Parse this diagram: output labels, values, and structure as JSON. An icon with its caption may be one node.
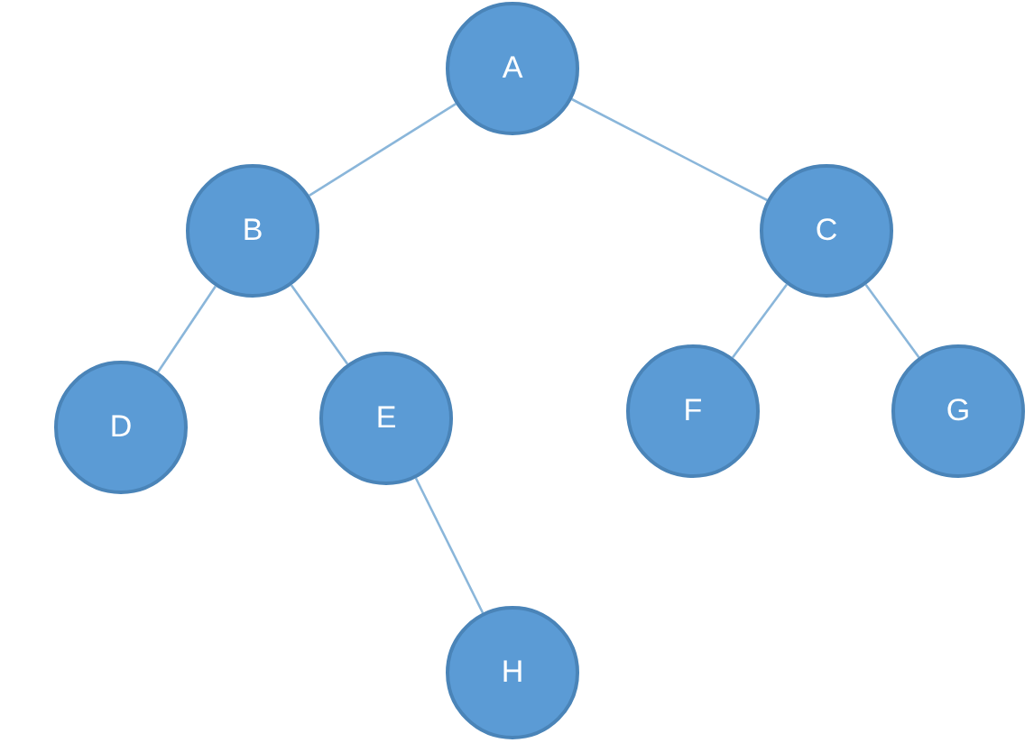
{
  "diagram": {
    "nodes": [
      {
        "text": [
          "A"
        ]
      },
      {
        "text": [
          "B"
        ]
      },
      {
        "text": [
          "C"
        ]
      },
      {
        "text": [
          "D"
        ]
      },
      {
        "text": [
          "E"
        ]
      },
      {
        "text": [
          "F"
        ]
      },
      {
        "text": [
          "G"
        ]
      },
      {
        "text": [
          "H"
        ]
      }
    ],
    "edges": [
      {
        "from": 0,
        "to": 1,
        "arrow": "none"
      },
      {
        "from": 0,
        "to": 2,
        "arrow": "none"
      },
      {
        "from": 1,
        "to": 3,
        "arrow": "none"
      },
      {
        "from": 1,
        "to": 4,
        "arrow": "none"
      },
      {
        "from": 2,
        "to": 5,
        "arrow": "none"
      },
      {
        "from": 2,
        "to": 6,
        "arrow": "none"
      },
      {
        "from": 4,
        "to": 7,
        "arrow": "none"
      }
    ]
  }
}
